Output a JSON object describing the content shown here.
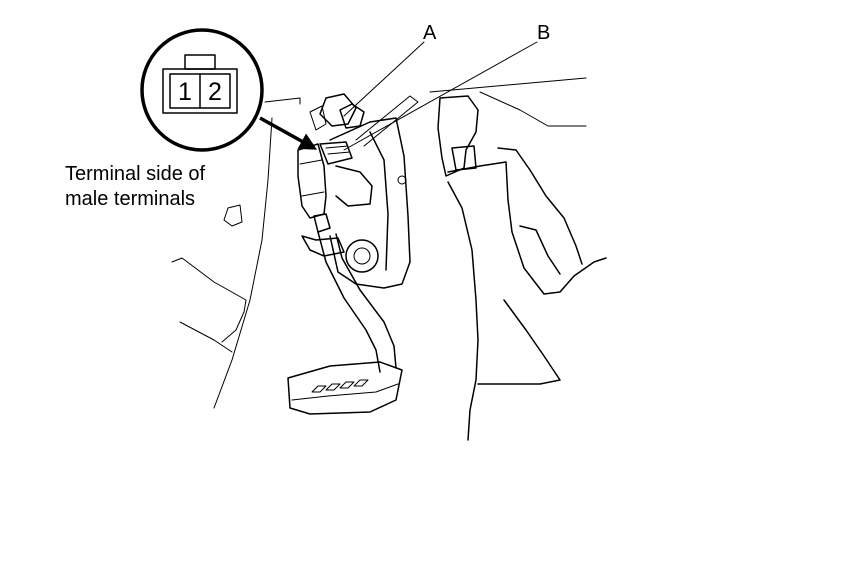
{
  "diagram": {
    "callout_a": "A",
    "callout_b": "B",
    "connector_note_line1": "Terminal side of",
    "connector_note_line2": "male terminals",
    "connector_pins": [
      "1",
      "2"
    ]
  }
}
